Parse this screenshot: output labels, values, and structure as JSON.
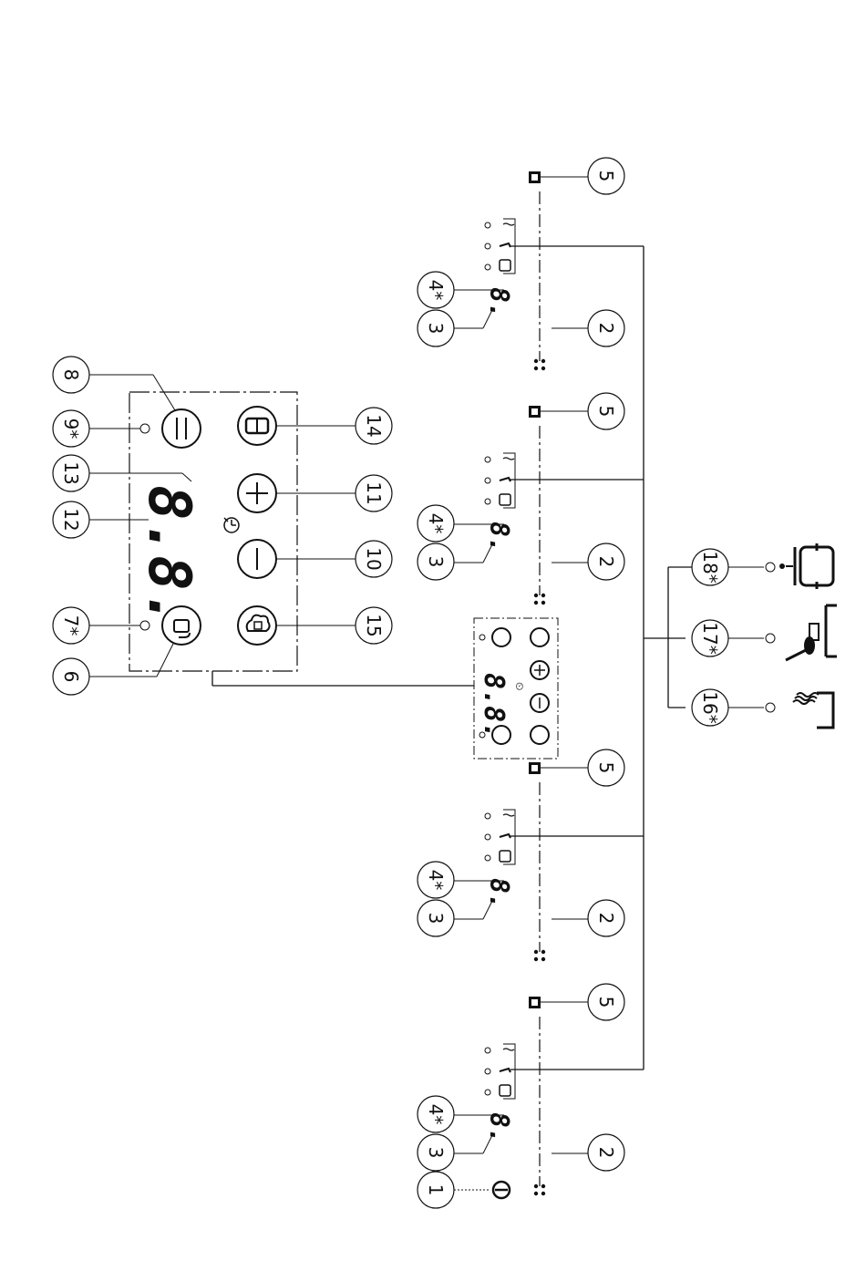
{
  "callouts": {
    "c1": "1",
    "c2": "2",
    "c3": "3",
    "c4": "4*",
    "c5": "5",
    "c6": "6",
    "c7": "7*",
    "c8": "8",
    "c9": "9*",
    "c10": "10",
    "c11": "11",
    "c12": "12",
    "c13": "13",
    "c14": "14",
    "c15": "15",
    "c16": "16*",
    "c17": "17*",
    "c18": "18*"
  },
  "displays": {
    "zone_digit": "8.",
    "main_digits": "8.8.",
    "panel_digits": "8.8."
  },
  "icons": {
    "power": "power-icon",
    "lock": "lock-icon",
    "pause": "pause-icon",
    "plus": "plus-icon",
    "minus": "minus-icon",
    "timer": "timer-icon",
    "bridge": "bridge-icon",
    "boost": "boost-icon",
    "warm": "keep-warm-icon",
    "simmer": "simmer-icon",
    "boil": "boil-icon"
  }
}
